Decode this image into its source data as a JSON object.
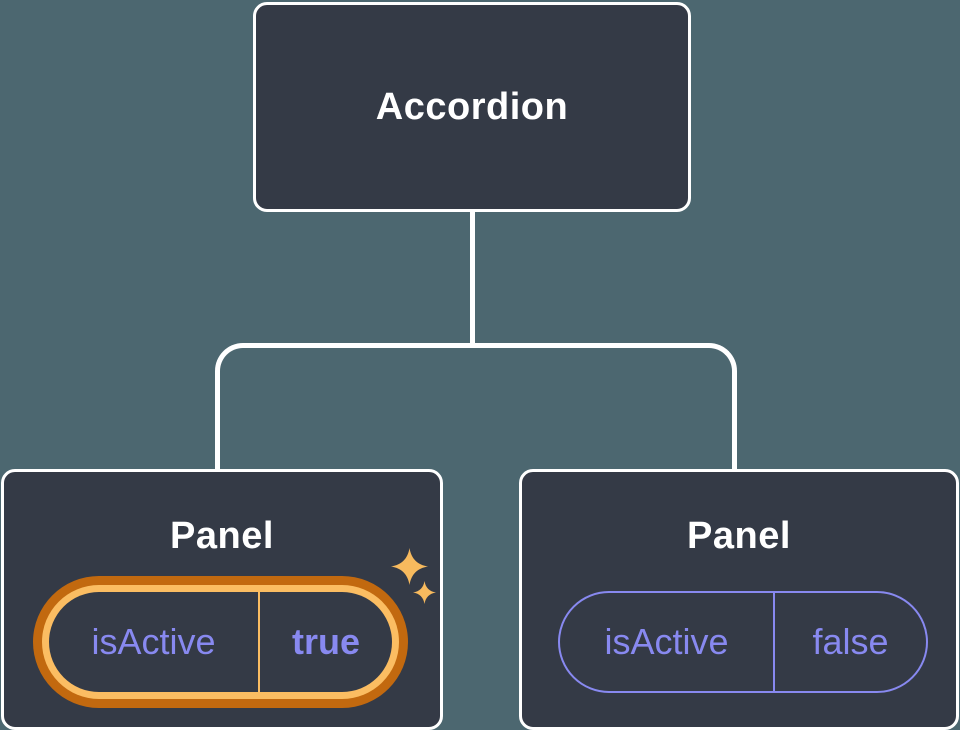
{
  "colors": {
    "bg": "#4C6770",
    "node": "#343A46",
    "line": "#FFFFFF",
    "text": "#FFFFFF",
    "purple": "#8889F0",
    "orangeDark": "#C2690F",
    "orangeLight": "#FBBD62",
    "sparkle": "#F7BA5E",
    "bottomStrip": "#FFFFFF"
  },
  "tree": {
    "root": {
      "label": "Accordion"
    },
    "children": [
      {
        "label": "Panel",
        "highlighted": true,
        "state": {
          "key": "isActive",
          "value": "true"
        }
      },
      {
        "label": "Panel",
        "highlighted": false,
        "state": {
          "key": "isActive",
          "value": "false"
        }
      }
    ]
  }
}
